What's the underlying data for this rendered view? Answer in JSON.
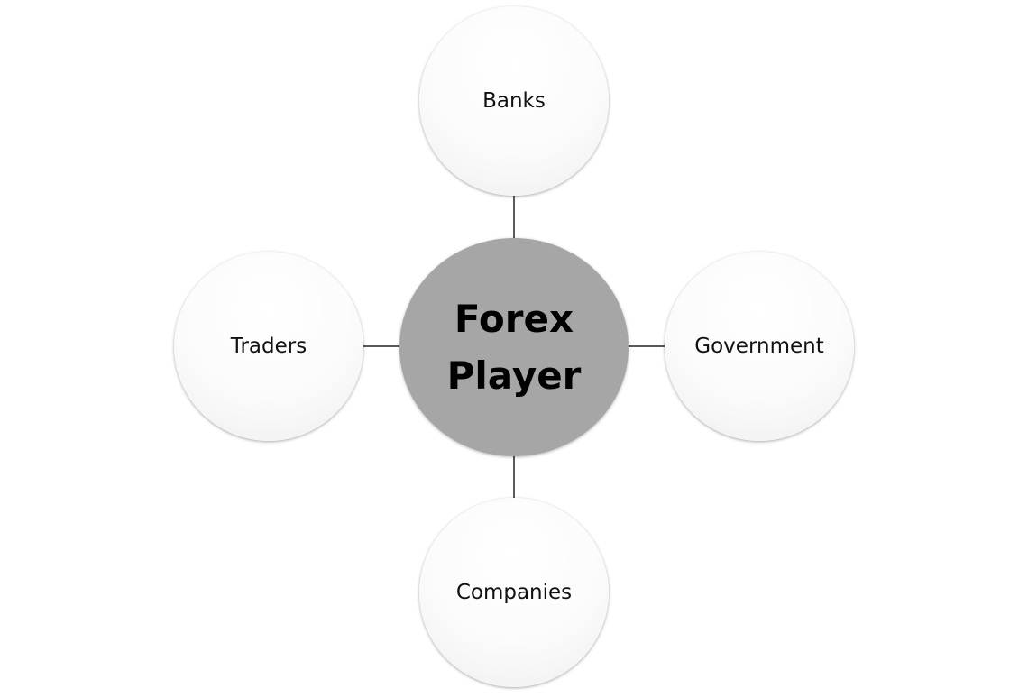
{
  "diagram": {
    "center": {
      "line1": "Forex",
      "line2": "Player"
    },
    "nodes": {
      "top": "Banks",
      "left": "Traders",
      "right": "Government",
      "bottom": "Companies"
    },
    "colors": {
      "center_fill": "#a6a6a6",
      "connector": "#222222"
    }
  }
}
